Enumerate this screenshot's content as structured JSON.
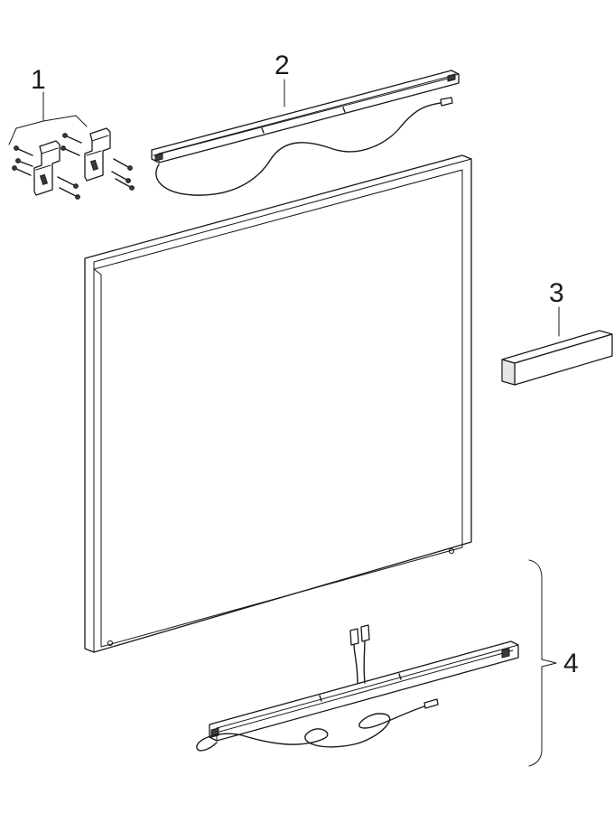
{
  "labels": {
    "part_1": "1",
    "part_2": "2",
    "part_3": "3",
    "part_4": "4"
  },
  "colors": {
    "line": "#1a1a1a",
    "background": "#ffffff",
    "shade": "#e6e6e6"
  }
}
